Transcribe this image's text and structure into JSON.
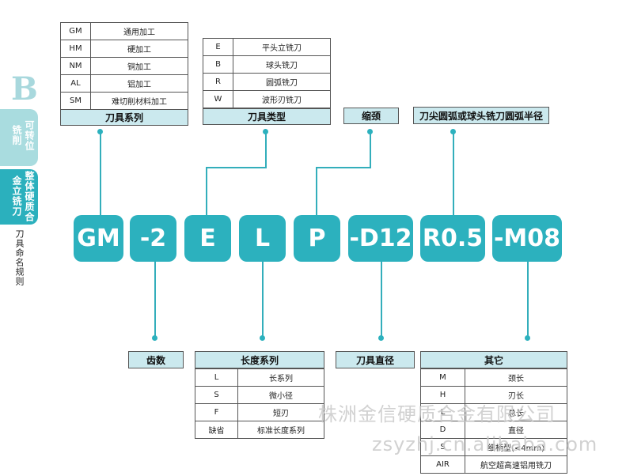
{
  "sidebar": {
    "letter": "B",
    "tab_indexable": [
      "可转位",
      "铣削"
    ],
    "tab_solid": [
      "整体硬质合",
      "金立铣刀"
    ],
    "section_label": "刀具命名规则"
  },
  "codes": [
    "GM",
    "-2",
    "E",
    "L",
    "P",
    "-D12",
    "R0.5",
    "-M08"
  ],
  "material_table": {
    "header": "刀具系列",
    "rows": [
      [
        "GM",
        "通用加工"
      ],
      [
        "HM",
        "硬加工"
      ],
      [
        "NM",
        "铜加工"
      ],
      [
        "AL",
        "铝加工"
      ],
      [
        "SM",
        "难切削材料加工"
      ]
    ]
  },
  "type_table": {
    "header": "刀具类型",
    "rows": [
      [
        "E",
        "平头立铣刀"
      ],
      [
        "B",
        "球头铣刀"
      ],
      [
        "R",
        "圆弧铣刀"
      ],
      [
        "W",
        "波形刃铣刀"
      ]
    ]
  },
  "neck_label": "缩颈",
  "radius_label": "刀尖圆弧或球头铣刀圆弧半径",
  "teeth_label": "齿数",
  "length_table": {
    "header": "长度系列",
    "rows": [
      [
        "L",
        "长系列"
      ],
      [
        "S",
        "微小径"
      ],
      [
        "F",
        "短刃"
      ],
      [
        "缺省",
        "标准长度系列"
      ]
    ]
  },
  "diameter_label": "刀具直径",
  "other_table": {
    "header": "其它",
    "rows": [
      [
        "M",
        "颈长"
      ],
      [
        "H",
        "刃长"
      ],
      [
        "L",
        "总长"
      ],
      [
        "D",
        "直径"
      ],
      [
        "S",
        "细柄型(<4mm)"
      ],
      [
        "AIR",
        "航空超高速铝用铣刀"
      ]
    ]
  },
  "watermark": {
    "line1": "株洲金信硬质合金有限公司",
    "line2": "zsyzhj.cn.alibaba.com"
  },
  "colors": {
    "accent": "#2cb1be",
    "header_bg": "#cbe9ee",
    "sidebar_light": "#a9dcdf"
  }
}
